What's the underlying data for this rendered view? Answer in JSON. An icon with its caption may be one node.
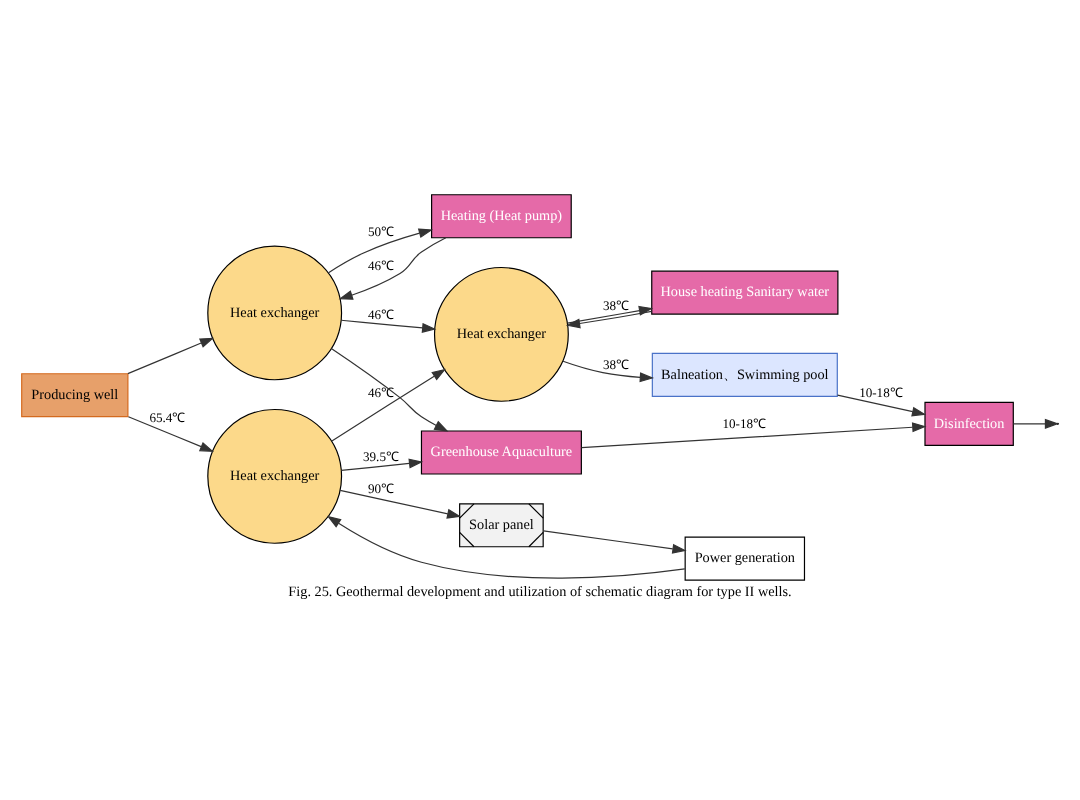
{
  "diagram": {
    "caption": "Fig. 25. Geothermal development and utilization of schematic diagram for type II wells.",
    "nodes": [
      {
        "text": [
          "Producing well"
        ]
      },
      {
        "text": [
          "Heat exchanger"
        ]
      },
      {
        "text": [
          "Heat exchanger"
        ]
      },
      {
        "text": [
          "Heat exchanger"
        ]
      },
      {
        "text": [
          "Solar panel"
        ]
      },
      {
        "text": [
          "Power generation"
        ]
      },
      {
        "text": [
          "Heating (Heat pump)"
        ]
      },
      {
        "text": [
          "House heating Sanitary water"
        ]
      },
      {
        "text": [
          "Balneation、Swimming pool"
        ]
      },
      {
        "text": [
          "Greenhouse Aquaculture"
        ]
      },
      {
        "text": [
          "Disinfection"
        ]
      }
    ],
    "edges": [
      {
        "from": 0,
        "to": 1,
        "arrow": "to",
        "label": "65.4℃"
      },
      {
        "from": 0,
        "to": 2,
        "arrow": "to"
      },
      {
        "from": 1,
        "to": 4,
        "arrow": "to",
        "label": "90℃"
      },
      {
        "from": 4,
        "to": 5,
        "arrow": "to"
      },
      {
        "from": 5,
        "to": 1,
        "arrow": "to"
      },
      {
        "from": 1,
        "to": 3,
        "arrow": "to",
        "label": "46℃"
      },
      {
        "from": 1,
        "to": 9,
        "arrow": "to",
        "label": "39.5℃"
      },
      {
        "from": 2,
        "to": 3,
        "arrow": "to",
        "label": "46℃"
      },
      {
        "from": 2,
        "to": 9,
        "arrow": "to"
      },
      {
        "from": 2,
        "to": 6,
        "arrow": "to",
        "label": "50℃"
      },
      {
        "from": 6,
        "to": 2,
        "arrow": "to",
        "label": "46℃"
      },
      {
        "from": 3,
        "to": 7,
        "arrow": "to",
        "label": "38℃"
      },
      {
        "from": 7,
        "to": 3,
        "arrow": "to"
      },
      {
        "from": 3,
        "to": 8,
        "arrow": "to",
        "label": "38℃"
      },
      {
        "from": 8,
        "to": 10,
        "arrow": "to",
        "label": "10-18℃"
      },
      {
        "from": 9,
        "to": 10,
        "arrow": "to",
        "label": "10-18℃"
      },
      {
        "from": 10,
        "to": null,
        "arrow": "to"
      }
    ]
  }
}
